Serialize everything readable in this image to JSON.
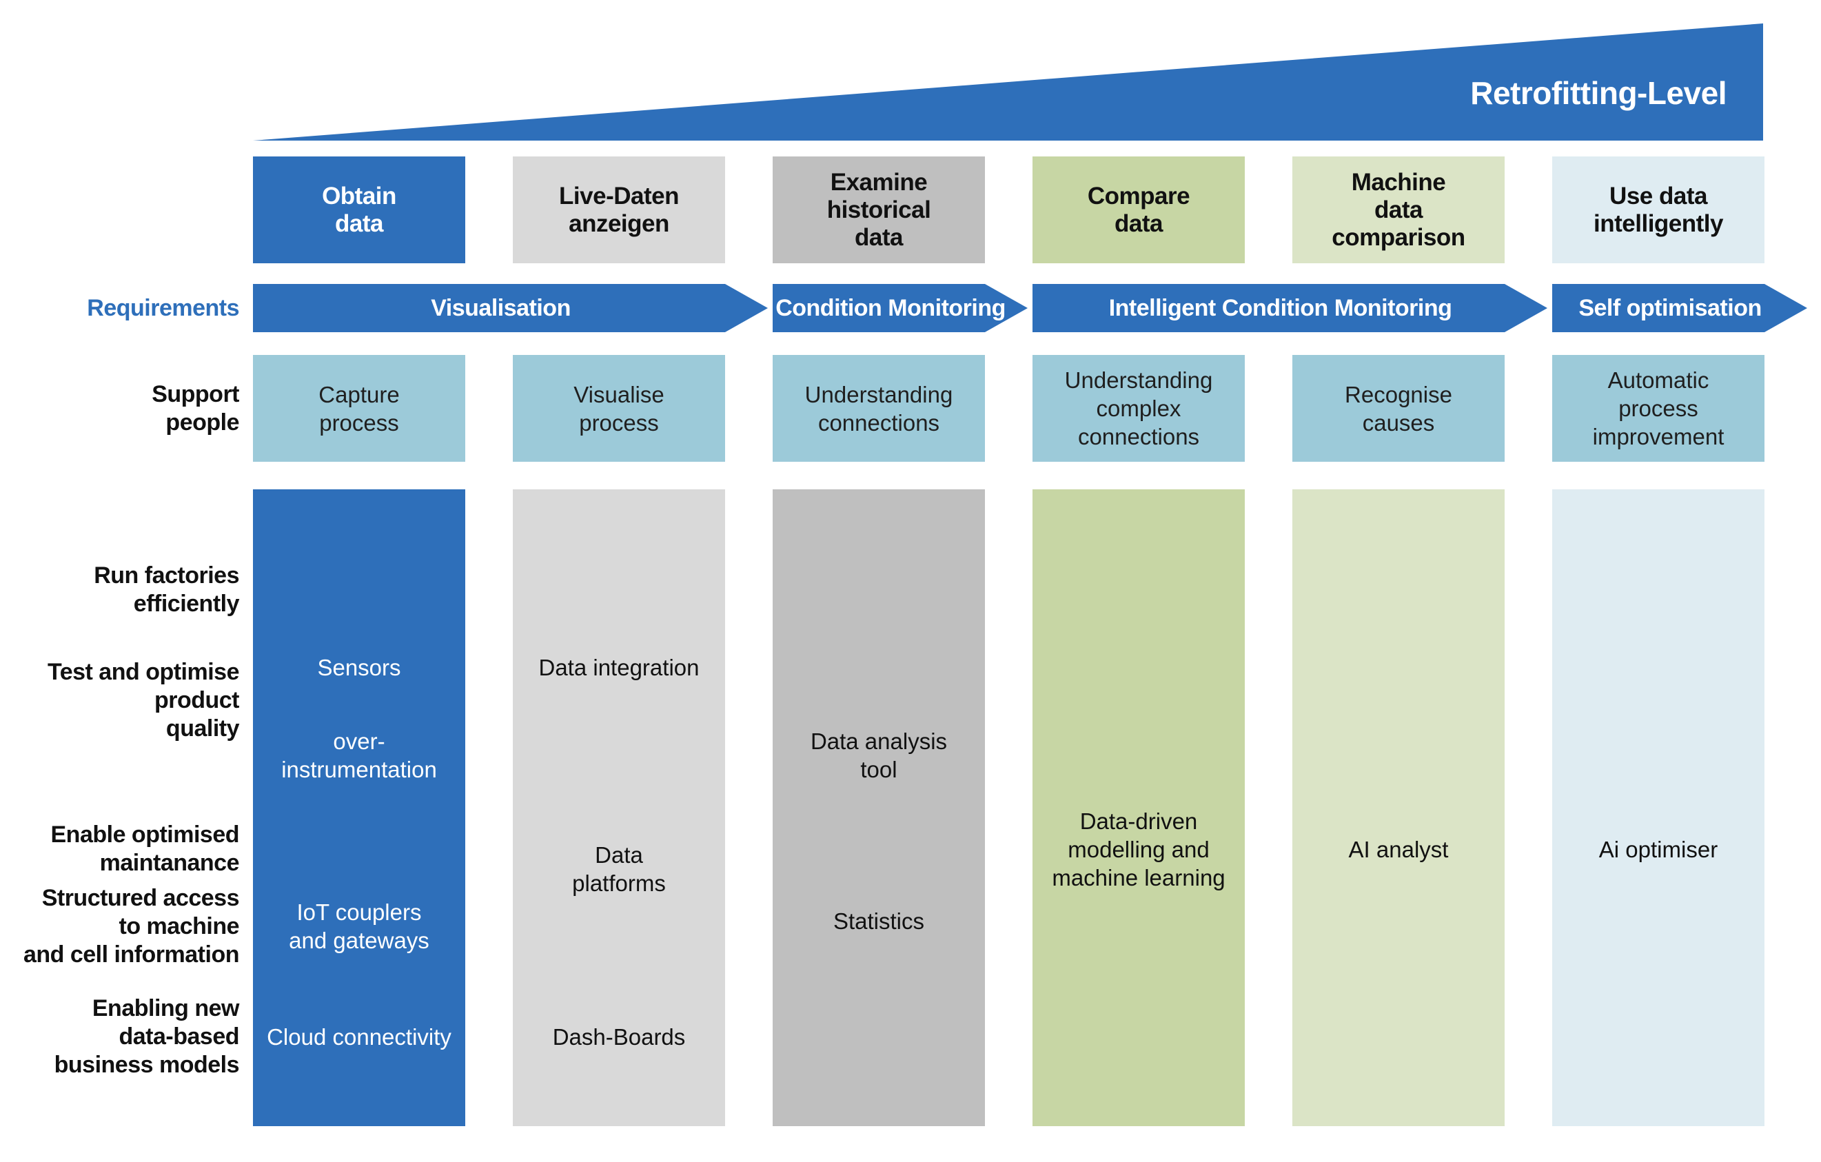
{
  "banner": {
    "title": "Retrofitting-Level",
    "color": "#2e6fba"
  },
  "columns": [
    {
      "header": "Obtain\ndata",
      "support": "Capture\nprocess",
      "bg": "#2e6fba",
      "text_color": "#ffffff",
      "items": [
        {
          "text": "Sensors",
          "row": 1.05
        },
        {
          "text": "over-\ninstrumentation",
          "row": 1.85
        },
        {
          "text": "IoT couplers\nand gateways",
          "row": 3.4
        },
        {
          "text": "Cloud connectivity",
          "row": 4.4
        }
      ]
    },
    {
      "header": "Live-Daten\nanzeigen",
      "support": "Visualise\nprocess",
      "bg": "#d9d9d9",
      "text_color": "#111111",
      "items": [
        {
          "text": "Data integration",
          "row": 1.05
        },
        {
          "text": "Data\nplatforms",
          "row": 2.88
        },
        {
          "text": "Dash-Boards",
          "row": 4.4
        }
      ]
    },
    {
      "header": "Examine\nhistorical\ndata",
      "support": "Understanding\nconnections",
      "bg": "#bfbfbf",
      "text_color": "#111111",
      "items": [
        {
          "text": "Data analysis\ntool",
          "row": 1.85
        },
        {
          "text": "Statistics",
          "row": 3.35
        }
      ]
    },
    {
      "header": "Compare\ndata",
      "support": "Understanding\ncomplex\nconnections",
      "bg": "#c7d6a4",
      "text_color": "#111111",
      "items": [
        {
          "text": "Data-driven\nmodelling and\nmachine learning",
          "row": 2.7
        }
      ]
    },
    {
      "header": "Machine\ndata\ncomparison",
      "support": "Recognise\ncauses",
      "bg": "#dbe4c6",
      "text_color": "#111111",
      "items": [
        {
          "text": "AI analyst",
          "row": 2.7
        }
      ]
    },
    {
      "header": "Use data\nintelligently",
      "support": "Automatic\nprocess\nimprovement",
      "bg": "#dfecf2",
      "text_color": "#111111",
      "items": [
        {
          "text": "Ai optimiser",
          "row": 2.7
        }
      ]
    }
  ],
  "requirements": {
    "label": "Requirements",
    "label_color": "#2e6fba",
    "arrow_color": "#2e6fba",
    "phases": [
      {
        "label": "Visualisation",
        "from_col": 0,
        "to_col": 1
      },
      {
        "label": "Condition Monitoring",
        "from_col": 2,
        "to_col": 2
      },
      {
        "label": "Intelligent Condition Monitoring",
        "from_col": 3,
        "to_col": 4
      },
      {
        "label": "Self optimisation",
        "from_col": 5,
        "to_col": 5
      }
    ]
  },
  "support_row": {
    "label": "Support\npeople",
    "bg": "#9ccad9"
  },
  "row_labels": [
    {
      "text": "Run factories\nefficiently",
      "row": 0.35
    },
    {
      "text": "Test and optimise\nproduct\nquality",
      "row": 1.35
    },
    {
      "text": "Enable optimised\nmaintanance",
      "row": 2.7
    },
    {
      "text": "Structured access\nto machine\nand cell information",
      "row": 3.4
    },
    {
      "text": "Enabling new\ndata-based\nbusiness models",
      "row": 4.4
    }
  ]
}
